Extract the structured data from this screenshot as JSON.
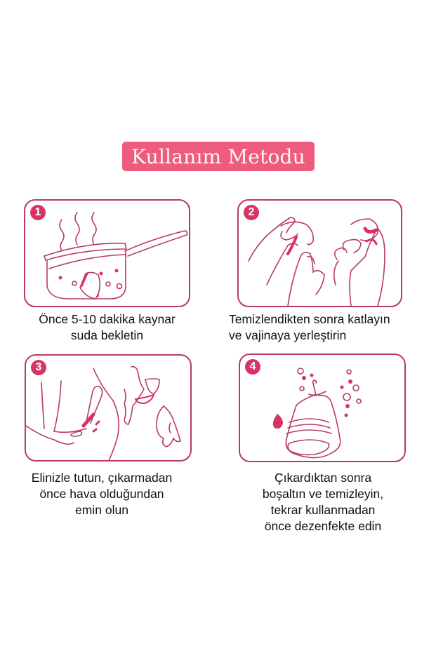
{
  "title": "Kullanım Metodu",
  "colors": {
    "badge": "#ef5b7c",
    "line": "#b83a63",
    "accent": "#d63463"
  },
  "steps": [
    {
      "number": "1",
      "icon": "boiling-pot-icon",
      "caption": [
        "Önce 5-10 dakika kaynar",
        "suda bekletin"
      ]
    },
    {
      "number": "2",
      "icon": "folding-cup-hands-icon",
      "caption": [
        "Temizlendikten sonra katlayın",
        "ve vajinaya yerleştirin"
      ]
    },
    {
      "number": "3",
      "icon": "removing-cup-icon",
      "caption": [
        "Elinizle tutun, çıkarmadan",
        "önce hava olduğundan",
        "emin olun"
      ]
    },
    {
      "number": "4",
      "icon": "clean-cup-icon",
      "caption": [
        "Çıkardıktan sonra",
        "boşaltın ve temizleyin,",
        "tekrar kullanmadan",
        "önce dezenfekte edin"
      ]
    }
  ]
}
